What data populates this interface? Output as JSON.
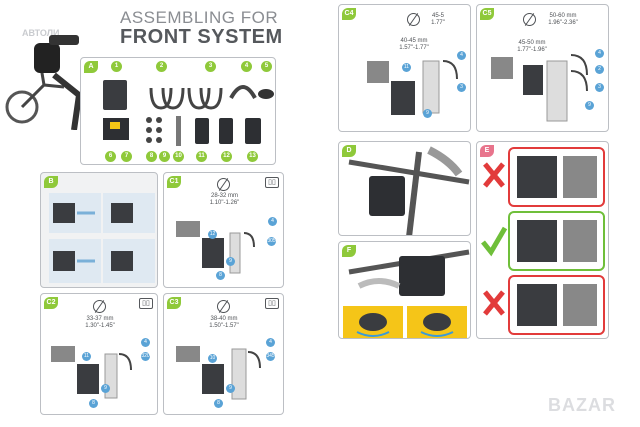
{
  "header": {
    "title_line1": "ASSEMBLING FOR",
    "title_line2": "FRONT SYSTEM",
    "watermark": "АВТОЛИ"
  },
  "panels": {
    "A": {
      "label": "A",
      "parts_top": [
        "1",
        "2",
        "3",
        "4",
        "5"
      ],
      "parts_bottom": [
        "6",
        "7",
        "8",
        "9",
        "10",
        "11",
        "12",
        "13"
      ]
    },
    "B": {
      "label": "B"
    },
    "C1": {
      "label": "C1",
      "diameter_mm": "28-32 mm",
      "diameter_in": "1.10\"-1.26\"",
      "callouts": [
        "12",
        "4",
        "305",
        "9",
        "8"
      ]
    },
    "C2": {
      "label": "C2",
      "diameter_mm": "33-37 mm",
      "diameter_in": "1.30\"-1.45\"",
      "callouts": [
        "11",
        "4",
        "320",
        "9",
        "8"
      ]
    },
    "C3": {
      "label": "C3",
      "diameter_mm": "38-40 mm",
      "diameter_in": "1.50\"-1.57\"",
      "callouts": [
        "10",
        "4",
        "345",
        "9",
        "8"
      ]
    },
    "C4": {
      "label": "C4",
      "diameter_top_mm": "45-5",
      "diameter_top_in": "1.77\"",
      "diameter_mm": "40-45 mm",
      "diameter_in": "1.57\"-1.77\"",
      "callouts": [
        "11",
        "4",
        "3",
        "9"
      ]
    },
    "C5": {
      "label": "C5",
      "diameter_top_mm": "50-60 mm",
      "diameter_top_in": "1.96\"-2.36\"",
      "diameter_mm": "45-50 mm",
      "diameter_in": "1.77\"-1.96\"",
      "callouts": [
        "4",
        "2",
        "3",
        "9"
      ]
    },
    "D": {
      "label": "D"
    },
    "E": {
      "label": "E"
    },
    "F": {
      "label": "F"
    }
  },
  "book_icon": "book-icon",
  "footer": {
    "watermark": "BAZAR"
  },
  "colors": {
    "green": "#8fc93a",
    "pink": "#e8748c",
    "blue": "#5aa3d6",
    "red": "#e23b3b"
  }
}
